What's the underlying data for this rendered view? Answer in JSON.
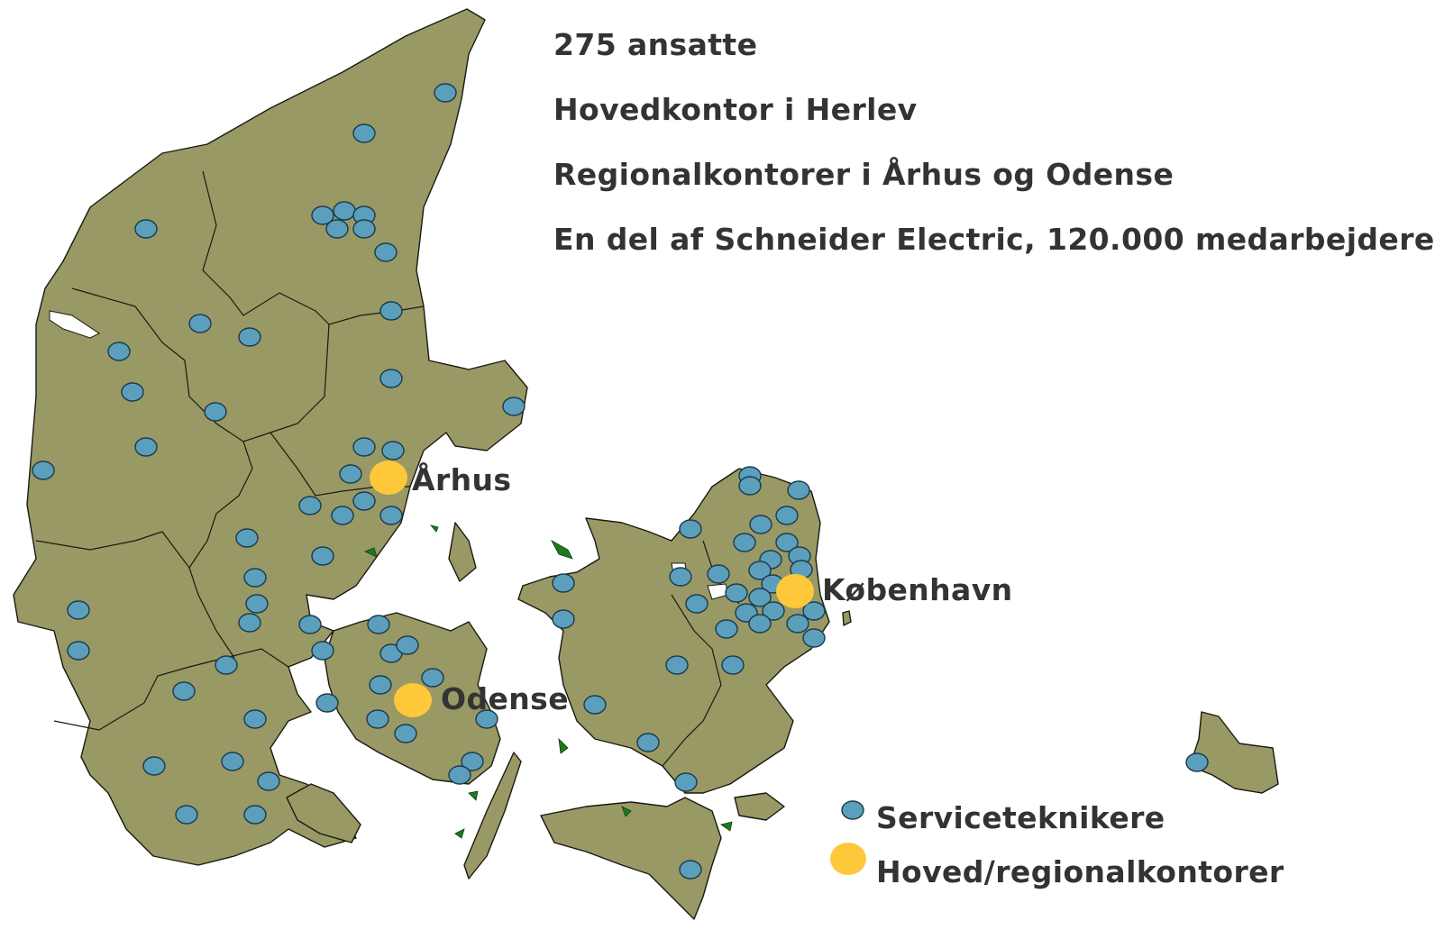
{
  "facts": [
    "275 ansatte",
    "Hovedkontor i Herlev",
    "Regionalkontorer i Århus og Odense",
    "En del af Schneider Electric, 120.000 medarbejdere"
  ],
  "cities": {
    "aarhus": "Århus",
    "odense": "Odense",
    "kobenhavn": "København"
  },
  "legend": {
    "technicians": "Serviceteknikere",
    "offices": "Hoved/regionalkontorer"
  },
  "colors": {
    "land": "#999966",
    "technician_dot": "#5b9fbd",
    "office_dot": "#ffc83a",
    "text": "#333333",
    "islet": "#1f7a1f"
  },
  "icons": {
    "technician_marker": "blue-circle-icon",
    "office_marker": "yellow-circle-icon"
  }
}
